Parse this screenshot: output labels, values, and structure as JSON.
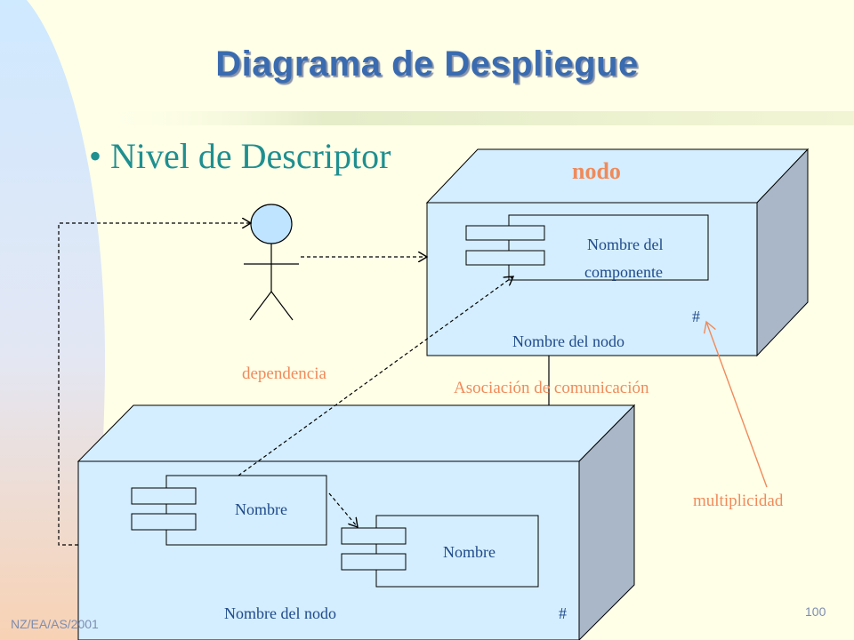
{
  "slide": {
    "title": "Diagrama de Despliegue",
    "bullet": "• Nivel de Descriptor",
    "footer_left": "NZ/EA/AS/2001",
    "page_number": "100"
  },
  "diagram": {
    "top_node": {
      "stereotype": "nodo",
      "component_label_line1": "Nombre del",
      "component_label_line2": "componente",
      "multiplicity_mark": "#",
      "node_name": "Nombre del nodo"
    },
    "bottom_node": {
      "component1_label": "Nombre",
      "component2_label": "Nombre",
      "node_name": "Nombre del nodo",
      "multiplicity_mark": "#"
    },
    "labels": {
      "dependency": "dependencia",
      "communication": "Asociación de comunicación",
      "multiplicity": "multiplicidad"
    },
    "colors": {
      "node_face": "#d4eeff",
      "node_side": "#a9b7c8",
      "annotation": "#f08a5a",
      "label_text": "#1f4a8a",
      "bullet_text": "#1f8f8f",
      "title": "#3a6bb0"
    }
  }
}
